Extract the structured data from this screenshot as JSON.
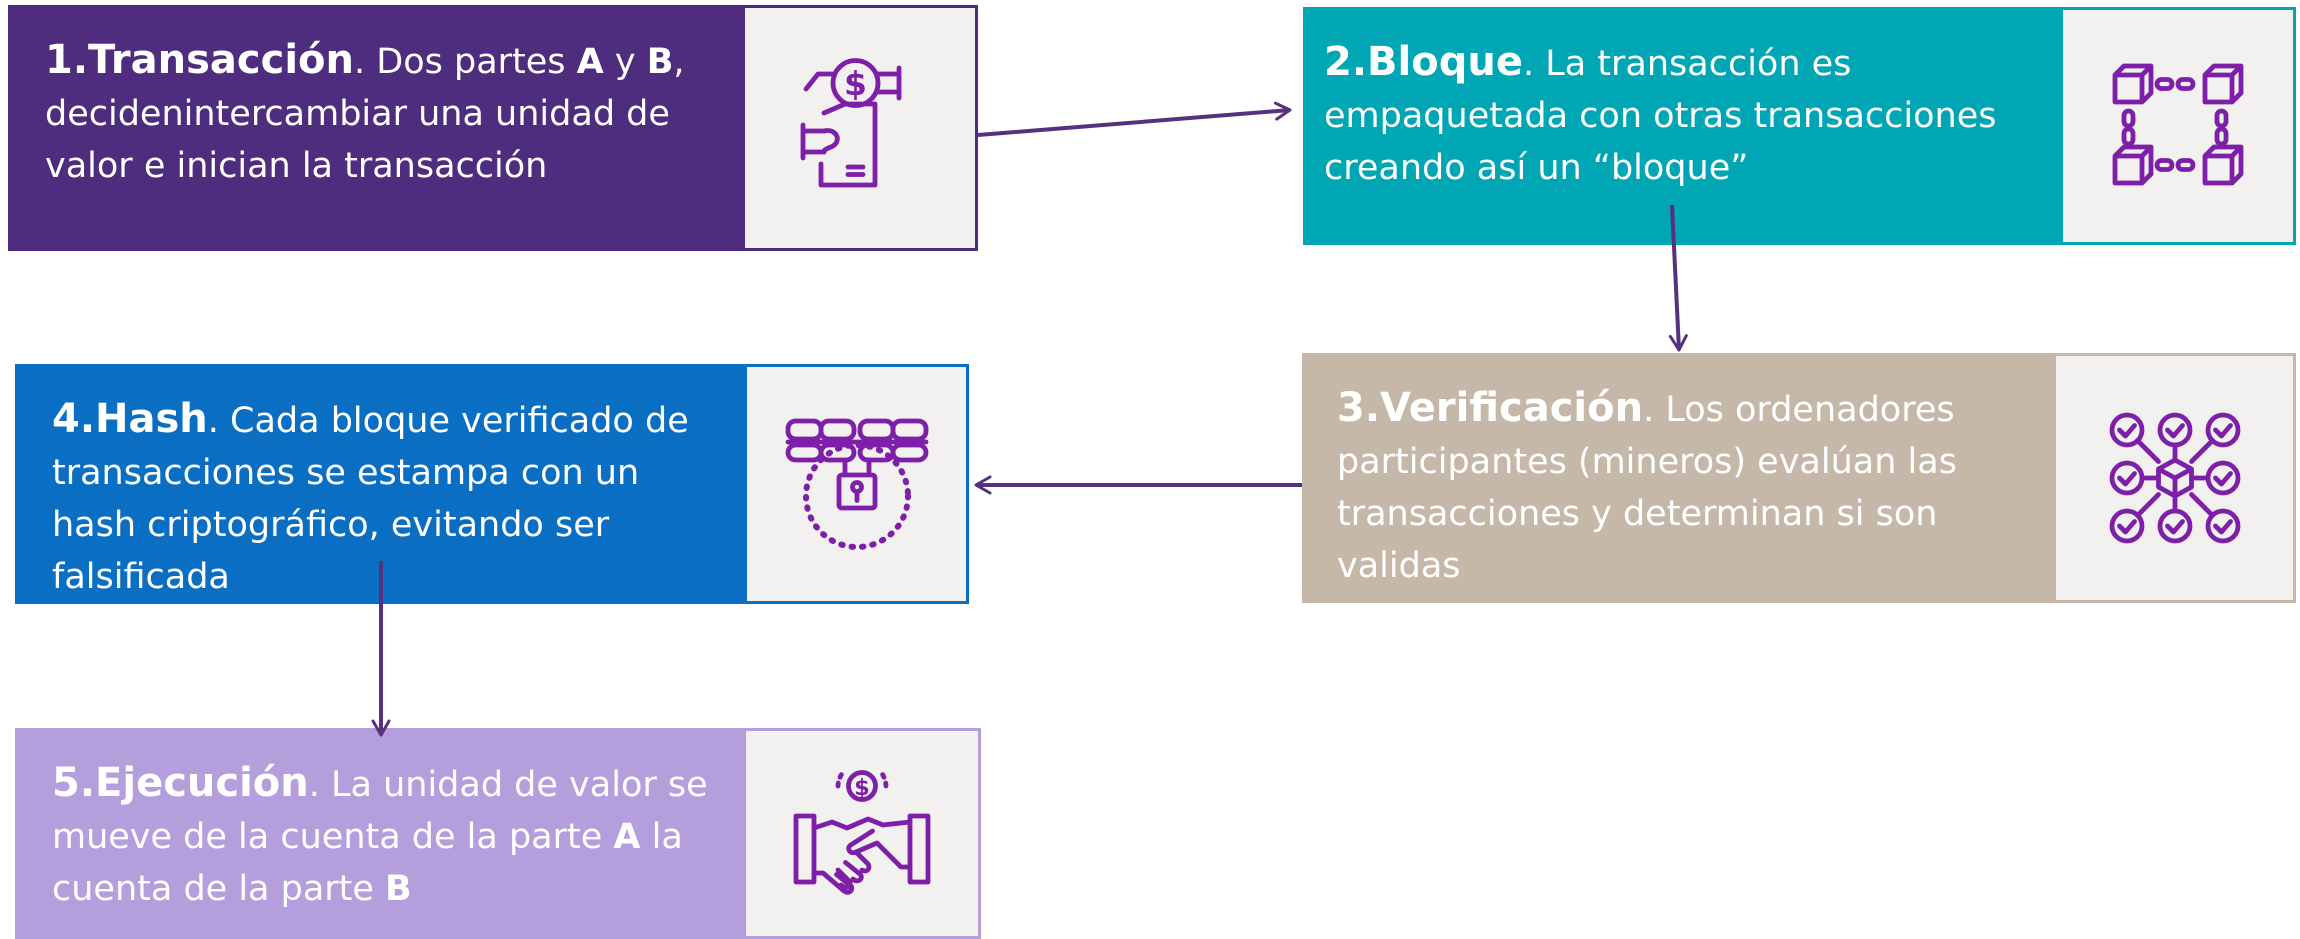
{
  "colors": {
    "step1": "#4e2d7e",
    "step2": "#00a6b4",
    "step3": "#c5b8a9",
    "step4": "#0a6fc2",
    "step5": "#b59edc",
    "icon": "#7d1fa8",
    "arrow": "#55317f"
  },
  "steps": [
    {
      "title": "1.Transacción",
      "icon": "money-exchange-icon",
      "segments": [
        {
          "t": ". Dos partes ",
          "b": false
        },
        {
          "t": "A",
          "b": true
        },
        {
          "t": " y ",
          "b": false
        },
        {
          "t": "B",
          "b": true
        },
        {
          "t": ", decidenintercambiar una unidad de valor e inician la transacción",
          "b": false
        }
      ]
    },
    {
      "title": "2.Bloque",
      "icon": "block-chain-icon",
      "segments": [
        {
          "t": ". La transacción es empaquetada con otras transacciones creando así un “bloque”",
          "b": false
        }
      ]
    },
    {
      "title": "3.Verificación",
      "icon": "verification-network-icon",
      "segments": [
        {
          "t": ". Los ordenadores participantes (mineros) evalúan las transacciones y determinan si son validas",
          "b": false
        }
      ]
    },
    {
      "title": "4.Hash",
      "icon": "chain-lock-icon",
      "segments": [
        {
          "t": ". Cada bloque verificado de transacciones se estampa con un hash criptográfico, evitando ser falsificada",
          "b": false
        }
      ]
    },
    {
      "title": "5.Ejecución",
      "icon": "handshake-money-icon",
      "segments": [
        {
          "t": ". La unidad de valor se mueve de la cuenta de la parte ",
          "b": false
        },
        {
          "t": "A",
          "b": true
        },
        {
          "t": " la cuenta de la parte ",
          "b": false
        },
        {
          "t": "B",
          "b": true
        }
      ]
    }
  ]
}
